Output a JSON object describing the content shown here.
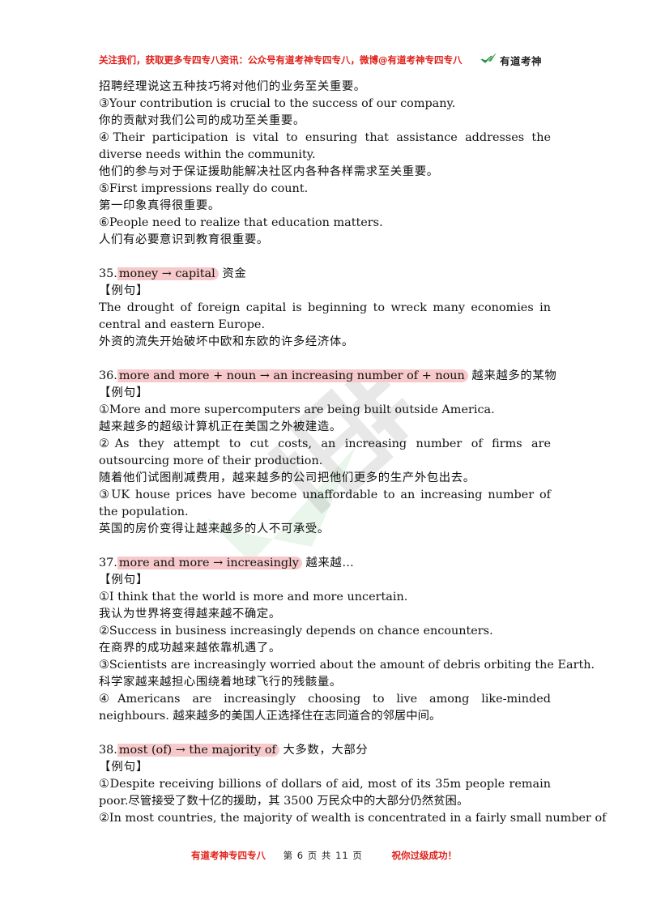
{
  "header": {
    "banner": "关注我们，获取更多专四专八资讯：公众号有道考神专四专八，微博@有道考神专四专八",
    "logo_text": "有道考神",
    "logo_icon": "green-check-leaf-icon",
    "banner_color": "#e0201a",
    "highlight_color": "#f7c9cb"
  },
  "lines": {
    "l01": "招聘经理说这五种技巧将对他们的业务至关重要。",
    "l02": "③Your contribution is crucial to the success of our company.",
    "l03": "你的贡献对我们公司的成功至关重要。",
    "l04": "④Their participation is vital to ensuring that assistance addresses the diverse needs within the community.",
    "l05": "他们的参与对于保证援助能解决社区内各种各样需求至关重要。",
    "l06": "⑤First impressions really do count.",
    "l07": "第一印象真得很重要。",
    "l08": "⑥People need to realize that education matters.",
    "l09": "人们有必要意识到教育很重要。",
    "l10": "The drought of foreign capital is beginning to wreck many economies in central and eastern Europe.",
    "l11": "外资的流失开始破坏中欧和东欧的许多经济体。",
    "l12": "①More and more supercomputers are being built outside America.",
    "l13": "越来越多的超级计算机正在美国之外被建造。",
    "l14": "②As they attempt to cut costs, an increasing number of firms are outsourcing more of their production.",
    "l15": "随着他们试图削减费用，越来越多的公司把他们更多的生产外包出去。",
    "l16": "③UK house prices have become unaffordable to an increasing number of the population.",
    "l17": "英国的房价变得让越来越多的人不可承受。",
    "l18": "①I think that the world is more and more uncertain.",
    "l19": "我认为世界将变得越来越不确定。",
    "l20": "②Success in business increasingly depends on chance encounters.",
    "l21": "在商界的成功越来越依靠机遇了。",
    "l22": "③Scientists are increasingly worried about the amount of debris orbiting the Earth.",
    "l23": "科学家越来越担心围绕着地球飞行的残骸量。",
    "l24": "④Americans are increasingly choosing to live among like-minded neighbours. 越来越多的美国人正选择住在志同道合的邻居中间。",
    "l25": "①Despite receiving billions of dollars of aid, most of its 35m people remain poor.尽管接受了数十亿的援助，其 3500 万民众中的大部分仍然贫困。",
    "l26": "②In most countries, the majority of wealth is concentrated in a fairly small number of"
  },
  "entries": {
    "e35": {
      "num": "35.",
      "term": "money → capital",
      "meaning": "资金"
    },
    "e36": {
      "num": "36.",
      "term": "more and more + noun → an increasing number of + noun",
      "meaning": "越来越多的某物"
    },
    "e37": {
      "num": "37.",
      "term": "more and more → increasingly",
      "meaning": "越来越…"
    },
    "e38": {
      "num": "38.",
      "term": "most (of) → the majority of",
      "meaning": "大多数，大部分"
    },
    "example_label": "【例句】"
  },
  "footer": {
    "brand": "有道考神专四专八",
    "page_text": "第 6 页 共 11 页",
    "wish": "祝你过级成功！"
  }
}
